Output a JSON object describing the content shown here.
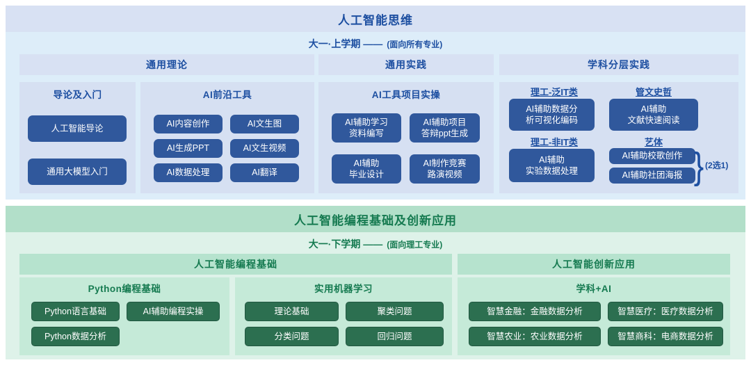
{
  "sem1": {
    "title": "人工智能思维",
    "subtitle": "大一·上学期 ——",
    "subtitle_note": "(面向所有专业)",
    "headers": [
      "通用理论",
      "通用实践",
      "学科分层实践"
    ],
    "intro": {
      "heading": "导论及入门",
      "courses": [
        "人工智能导论",
        "通用大模型入门"
      ]
    },
    "tools": {
      "heading": "AI前沿工具",
      "courses": [
        "AI内容创作",
        "AI文生图",
        "AI生成PPT",
        "AI文生视频",
        "AI数据处理",
        "AI翻译"
      ]
    },
    "practice": {
      "heading": "AI工具项目实操",
      "courses": [
        {
          "l1": "AI辅助学习",
          "l2": "资料编写"
        },
        {
          "l1": "AI辅助项目",
          "l2": "答辩ppt生成"
        },
        {
          "l1": "AI辅助",
          "l2": "毕业设计"
        },
        {
          "l1": "AI制作竞赛",
          "l2": "路演视频"
        }
      ]
    },
    "layered": {
      "sub1": {
        "label": "理工-泛IT类",
        "course": {
          "l1": "AI辅助数据分",
          "l2": "析可视化编码"
        }
      },
      "sub2": {
        "label": "管文史哲",
        "course": {
          "l1": "AI辅助",
          "l2": "文献快速阅读"
        }
      },
      "sub3": {
        "label": "理工-非IT类",
        "course": {
          "l1": "AI辅助",
          "l2": "实验数据处理"
        }
      },
      "sub4": {
        "label": "艺体",
        "courses": [
          "AI辅助校歌创作",
          "AI辅助社团海报"
        ],
        "brace": "}",
        "note": "(2选1)"
      }
    }
  },
  "sem2": {
    "title": "人工智能编程基础及创新应用",
    "subtitle": "大一·下学期 ——",
    "subtitle_note": "(面向理工专业)",
    "headers": [
      "人工智能编程基础",
      "人工智能创新应用"
    ],
    "python": {
      "heading": "Python编程基础",
      "courses": [
        "Python语言基础",
        "AI辅助编程实操",
        "Python数据分析"
      ]
    },
    "ml": {
      "heading": "实用机器学习",
      "courses": [
        "理论基础",
        "聚类问题",
        "分类问题",
        "回归问题"
      ]
    },
    "subject_ai": {
      "heading": "学科+AI",
      "courses": [
        "智慧金融：金融数据分析",
        "智慧医疗：医疗数据分析",
        "智慧农业：农业数据分析",
        "智慧商科：电商数据分析"
      ]
    }
  },
  "colors": {
    "blue_pill": "#30589c",
    "blue_text": "#1d4fa1",
    "blue_bar": "#d8e1f3",
    "blue_panel": "#ddedf9",
    "green_pill": "#2c6f50",
    "green_text": "#157a50",
    "green_bar": "#b2dfc9",
    "green_panel": "#def2e9"
  }
}
